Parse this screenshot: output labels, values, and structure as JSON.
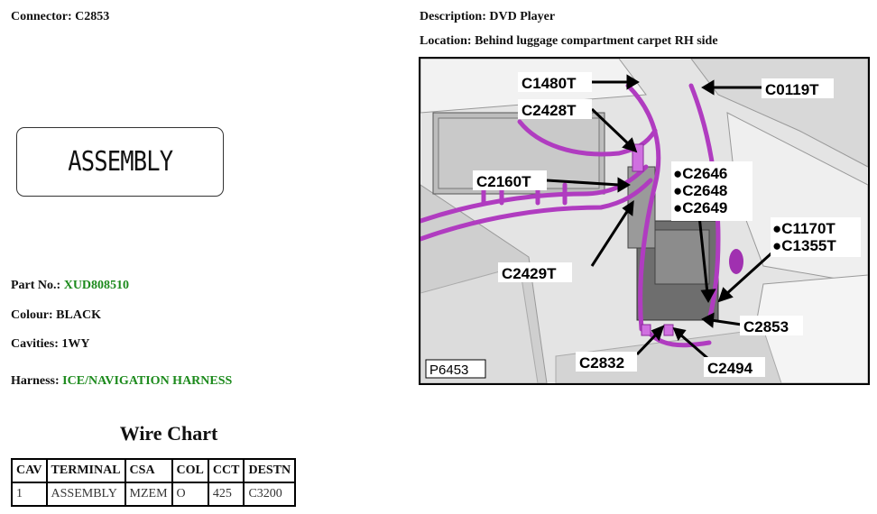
{
  "header": {
    "connector_label": "Connector:",
    "connector_value": "C2853",
    "description_label": "Description:",
    "description_value": "DVD Player",
    "location_label": "Location:",
    "location_value": "Behind luggage compartment carpet RH side"
  },
  "assembly_box": {
    "text": "ASSEMBLY"
  },
  "details": {
    "part_label": "Part No.:",
    "part_value": "XUD808510",
    "colour_label": "Colour:",
    "colour_value": "BLACK",
    "cavities_label": "Cavities:",
    "cavities_value": "1WY",
    "harness_label": "Harness:",
    "harness_value": "ICE/NAVIGATION HARNESS"
  },
  "wire_chart": {
    "title": "Wire Chart",
    "headers": [
      "CAV",
      "TERMINAL",
      "CSA",
      "COL",
      "CCT",
      "DESTN"
    ],
    "rows": [
      [
        "1",
        "ASSEMBLY",
        "MZEM",
        "O",
        "425",
        "C3200"
      ]
    ]
  },
  "photo": {
    "image_id": "P6453",
    "callouts": [
      "C1480T",
      "C0119T",
      "C2428T",
      "C2160T",
      "●C2646",
      "●C2648",
      "●C2649",
      "●C1170T",
      "●C1355T",
      "C2429T",
      "C2853",
      "C2832",
      "C2494"
    ]
  },
  "colors": {
    "accent_green": "#1c8a1c",
    "wire_magenta": "#b03cc0"
  }
}
